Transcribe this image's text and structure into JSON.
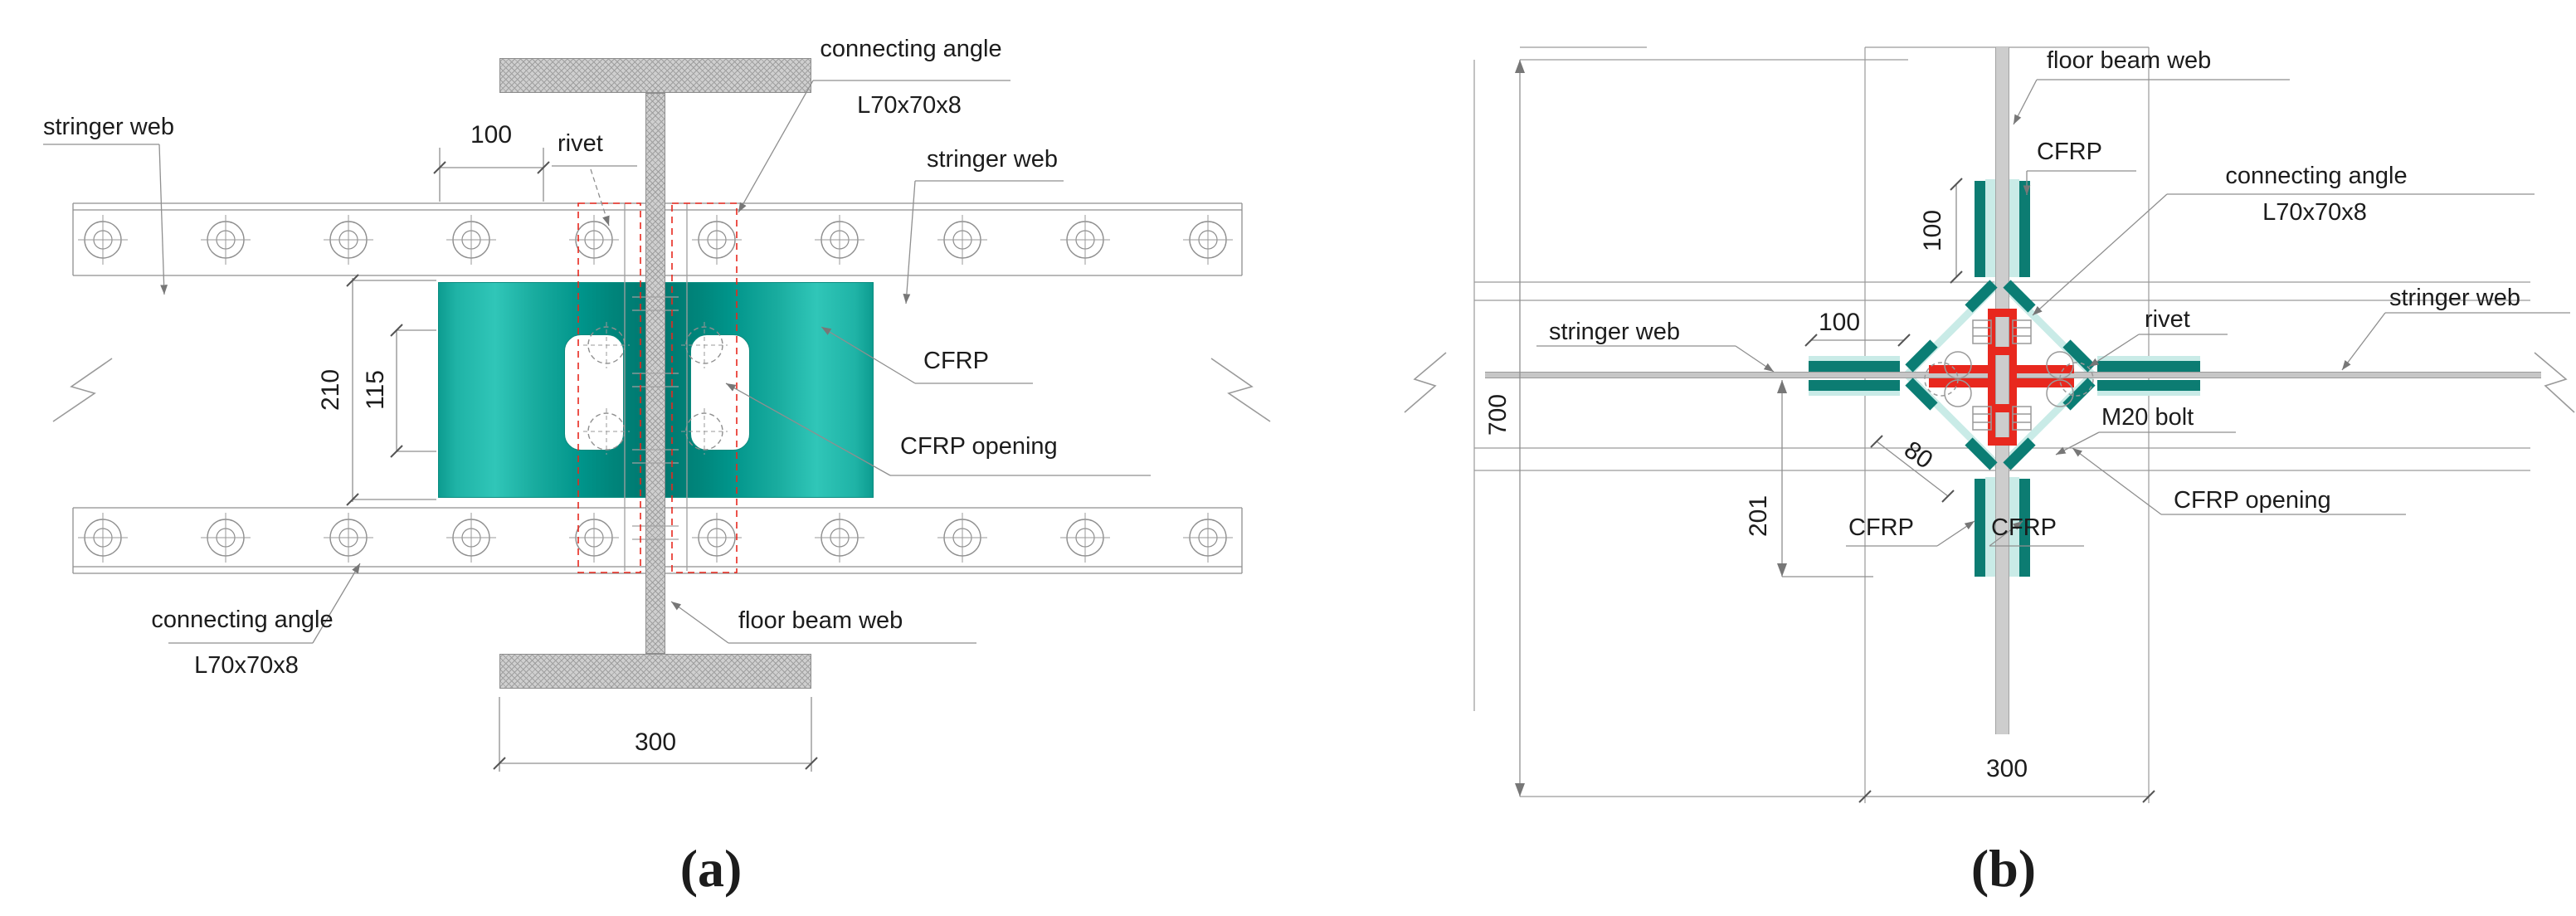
{
  "figure": {
    "panel_a": {
      "caption": "(a)",
      "labels": {
        "stringer_web_left": "stringer web",
        "rivet": "rivet",
        "connecting_angle_top_1": "connecting angle",
        "connecting_angle_top_2": "L70x70x8",
        "stringer_web_right": "stringer web",
        "cfrp": "CFRP",
        "cfrp_opening": "CFRP opening",
        "connecting_angle_bottom_1": "connecting angle",
        "connecting_angle_bottom_2": "L70x70x8",
        "floor_beam_web": "floor beam web"
      },
      "dimensions": {
        "rivet_spacing": "100",
        "cfrp_height": "210",
        "opening_height": "115",
        "flange_width": "300"
      }
    },
    "panel_b": {
      "caption": "(b)",
      "labels": {
        "floor_beam_web": "floor beam web",
        "cfrp_top": "CFRP",
        "connecting_angle_1": "connecting angle",
        "connecting_angle_2": "L70x70x8",
        "stringer_web_left": "stringer web",
        "rivet": "rivet",
        "stringer_web_right": "stringer web",
        "m20_bolt": "M20 bolt",
        "cfrp_bottom_left": "CFRP",
        "cfrp_bottom_right": "CFRP",
        "cfrp_opening": "CFRP opening"
      },
      "dimensions": {
        "cfrp_top_length": "100",
        "cfrp_left_length": "100",
        "panel_height": "700",
        "cfrp_diag_width": "80",
        "cfrp_bottom_length": "201",
        "panel_width": "300"
      }
    },
    "colors": {
      "cfrp_teal": "#0f9d91",
      "cfrp_teal_dark": "#0c7c72",
      "cfrp_pale": "#c9ebe7",
      "angle_red": "#e8281e",
      "steel_gray": "#c9c9c9"
    }
  }
}
